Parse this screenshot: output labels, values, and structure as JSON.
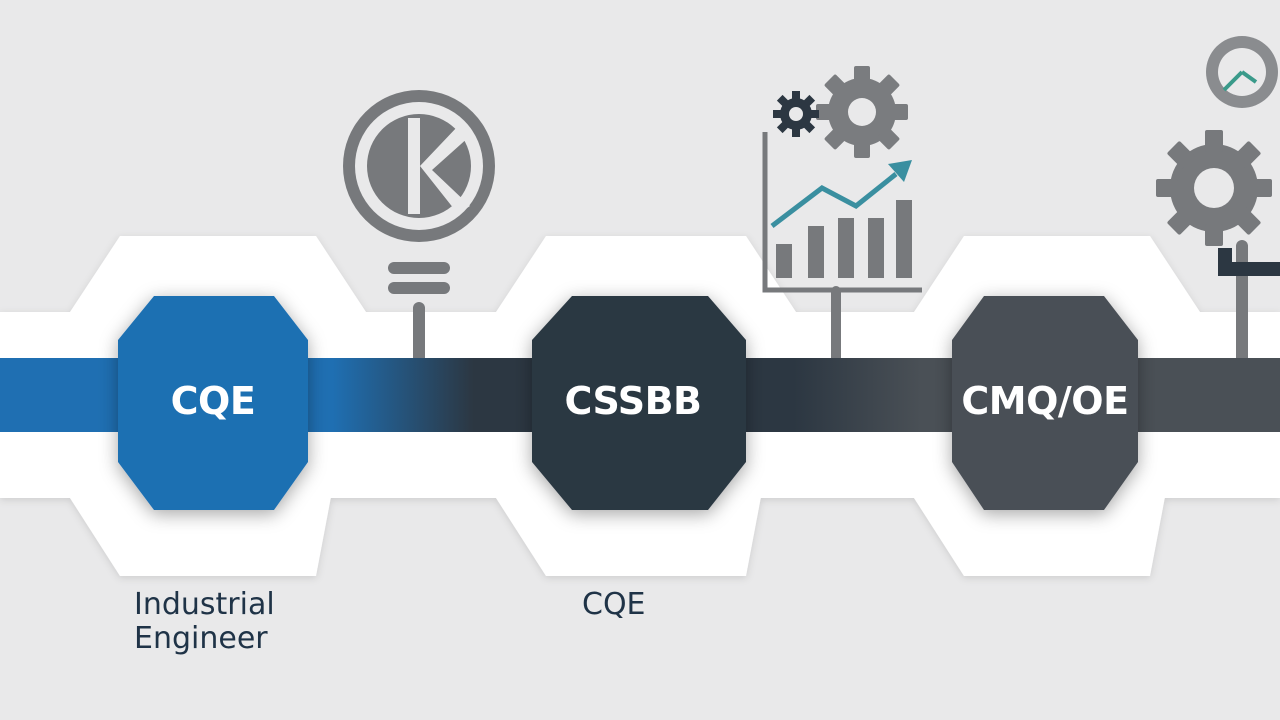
{
  "nodes": [
    {
      "label": "CQE",
      "color": "#1f6fb2"
    },
    {
      "label": "CSSBB",
      "color": "#2c3742"
    },
    {
      "label": "CMQ/OE",
      "color": "#4a5056"
    }
  ],
  "captions": {
    "first": {
      "line1": "Industrial",
      "line2": "Engineer"
    },
    "second": {
      "line1": "CQE"
    }
  },
  "icons": [
    "lightbulb-icon",
    "bar-chart-icon",
    "gears-icon",
    "gear-icon"
  ],
  "colors": {
    "accent_blue": "#1f6fb2",
    "dark_slate": "#2c3742",
    "slate_grey": "#4a5056",
    "chart_teal": "#3a8fa0",
    "background": "#e9e9ea"
  }
}
